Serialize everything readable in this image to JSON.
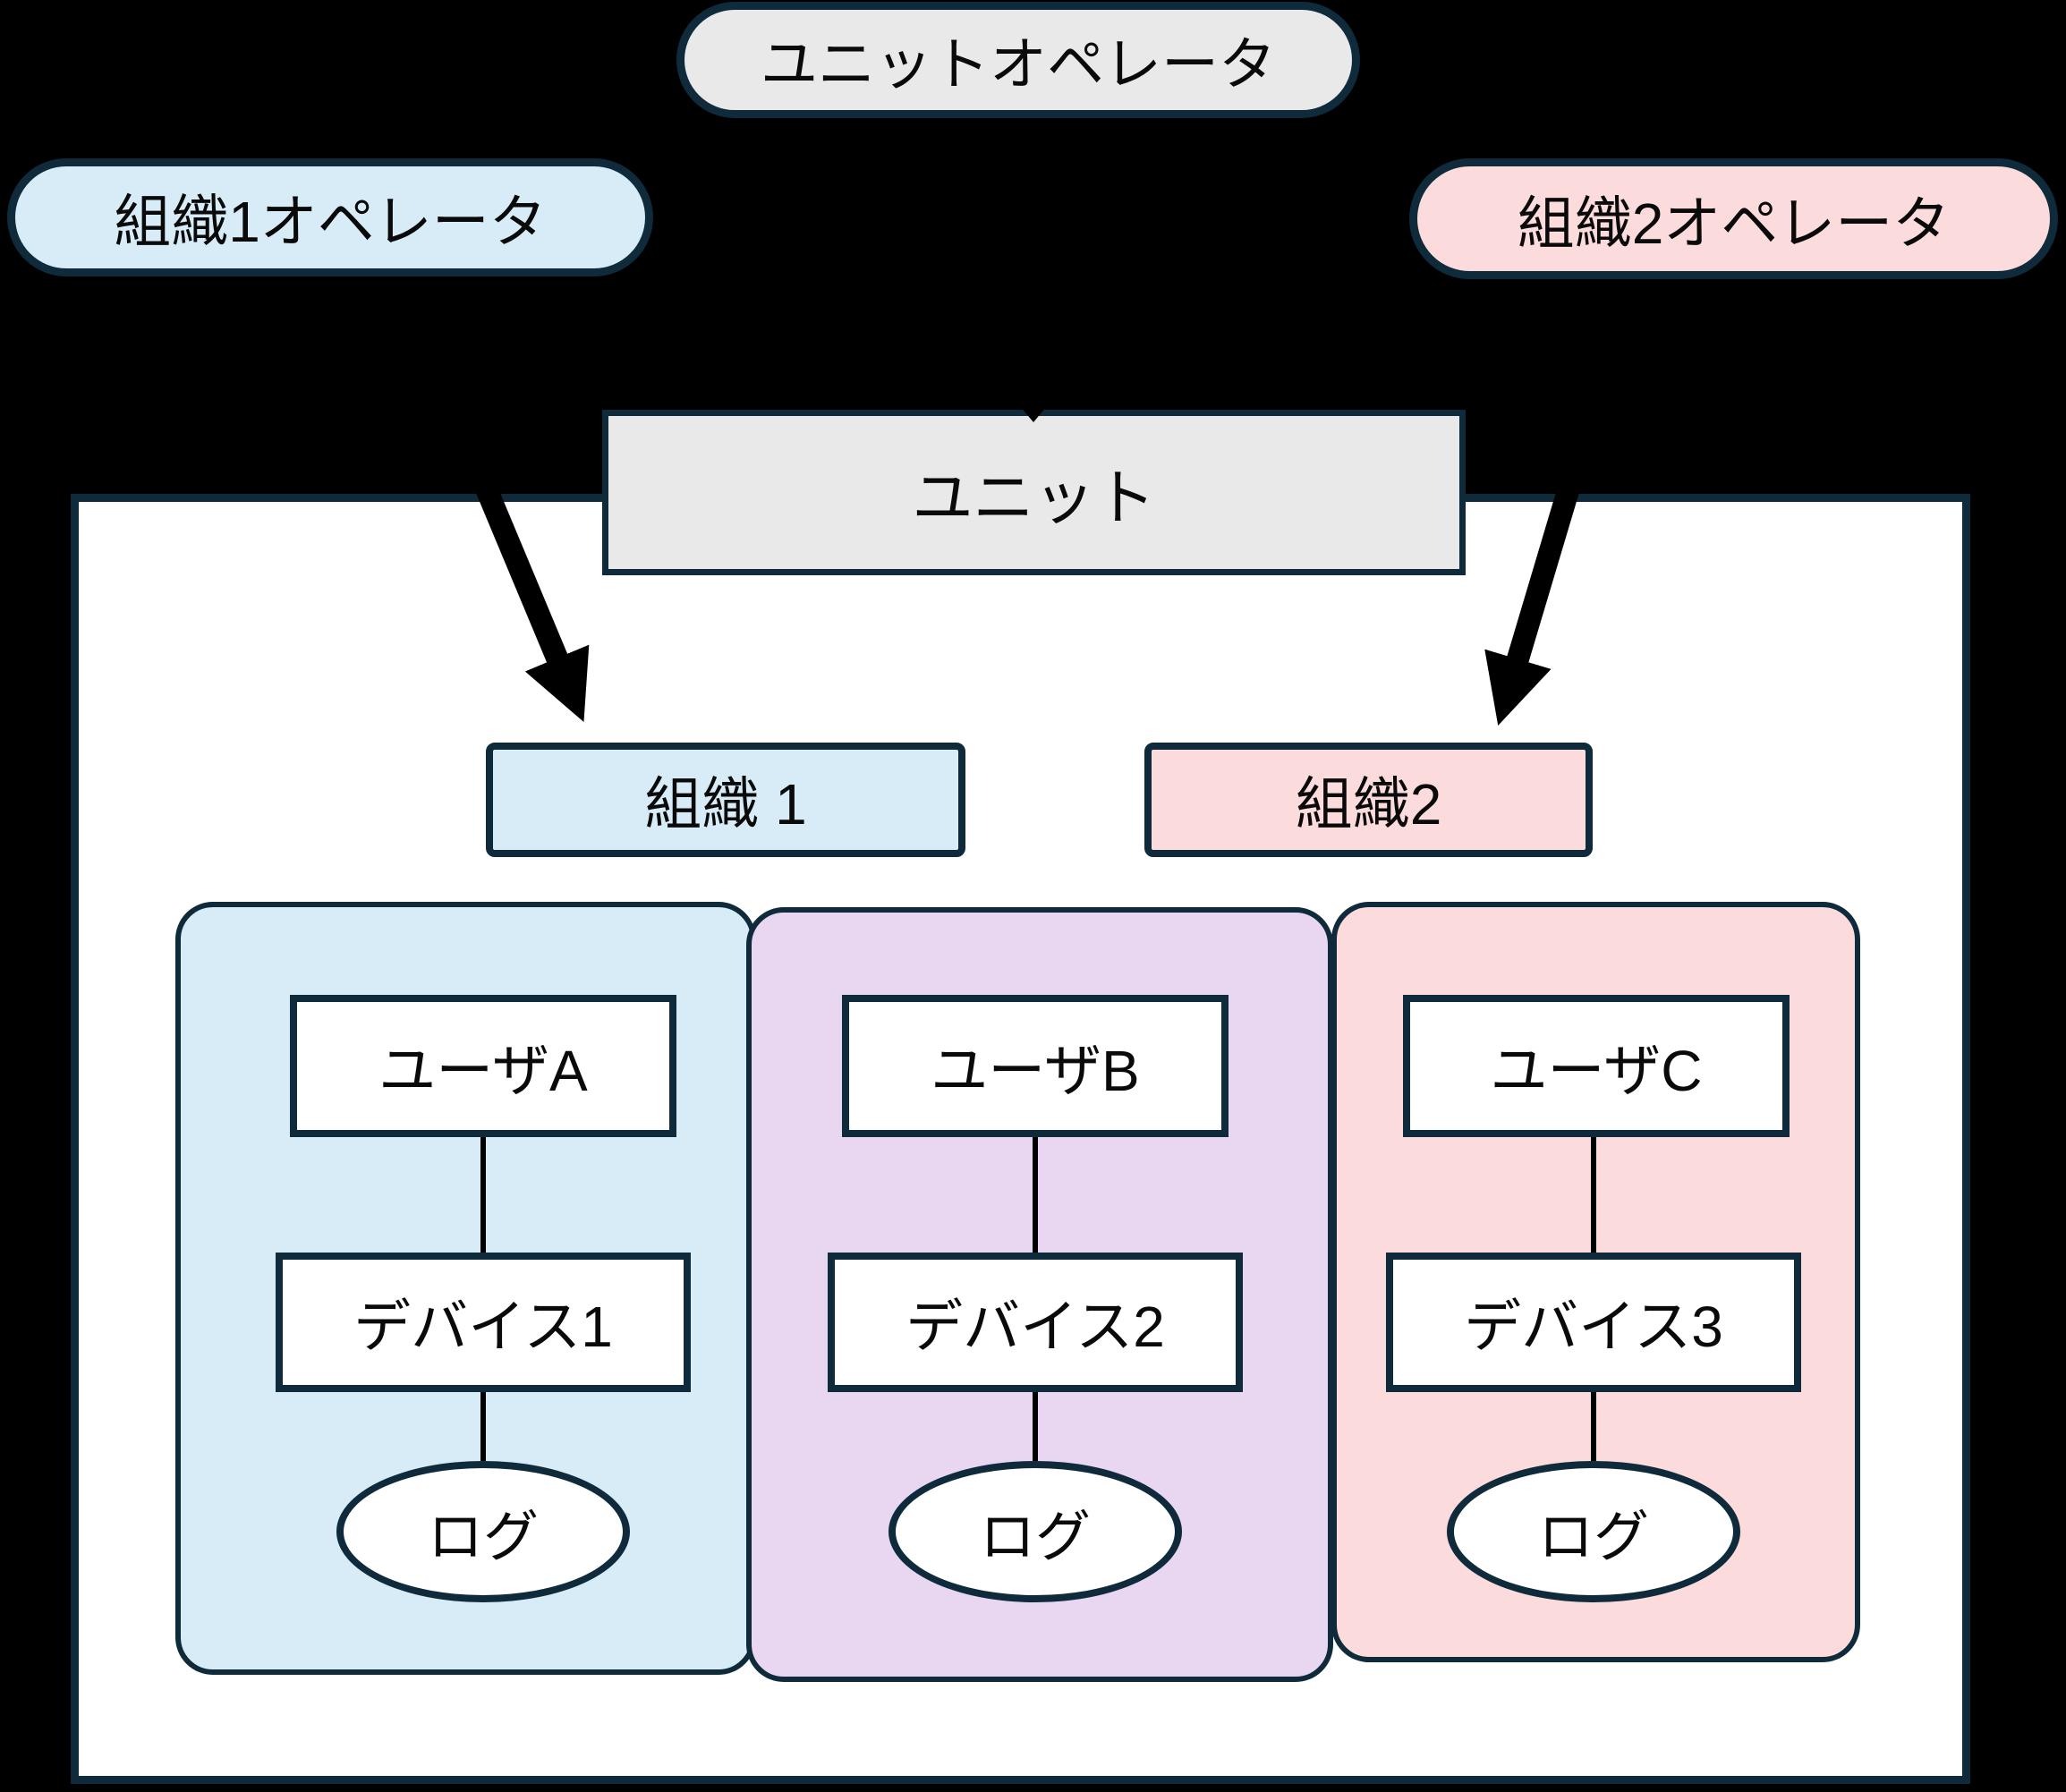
{
  "pills": {
    "unit_operator": "ユニットオペレータ",
    "org1_operator": "組織1オペレータ",
    "org2_operator": "組織2オペレータ"
  },
  "unit": {
    "label": "ユニット"
  },
  "orgs": [
    {
      "label": "組織 1"
    },
    {
      "label": "組織2"
    }
  ],
  "groups": [
    {
      "user": "ユーザA",
      "device": "デバイス1",
      "log": "ログ"
    },
    {
      "user": "ユーザB",
      "device": "デバイス2",
      "log": "ログ"
    },
    {
      "user": "ユーザC",
      "device": "デバイス3",
      "log": "ログ"
    }
  ],
  "colors": {
    "background": "#000000",
    "panel": "#ffffff",
    "border": "#0e2a3b",
    "gray_fill": "#e9e9e9",
    "blue_fill": "#d7ecf7",
    "pink_fill": "#fbdbdb",
    "purple_fill": "#e9d7f2",
    "arrow": "#000000"
  }
}
